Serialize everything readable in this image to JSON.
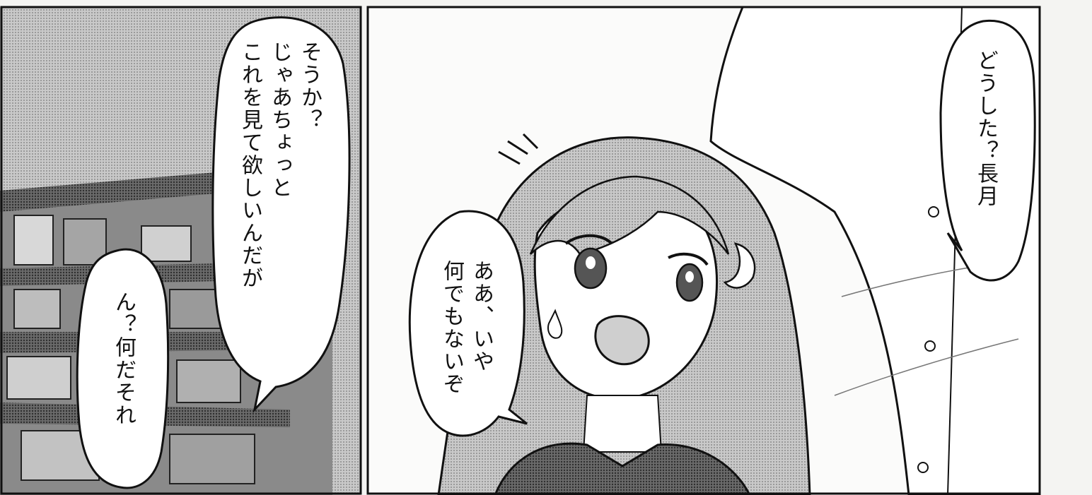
{
  "colors": {
    "ink": "#1a1a1a",
    "paper": "#f4f4f2",
    "screentone": "#b9b9b9",
    "shelf_dark": "#3a3a3a"
  },
  "panels": {
    "left": {
      "bubbles": [
        {
          "lines": [
            "そうか？",
            "じゃあちょっと",
            "これを見て欲しいんだが"
          ]
        },
        {
          "lines": [
            "ん？何だそれ"
          ]
        }
      ]
    },
    "right": {
      "bubbles": [
        {
          "lines": [
            "どうした？長月"
          ]
        },
        {
          "lines": [
            "ああ、いや",
            "何でもないぞ"
          ]
        }
      ]
    }
  }
}
